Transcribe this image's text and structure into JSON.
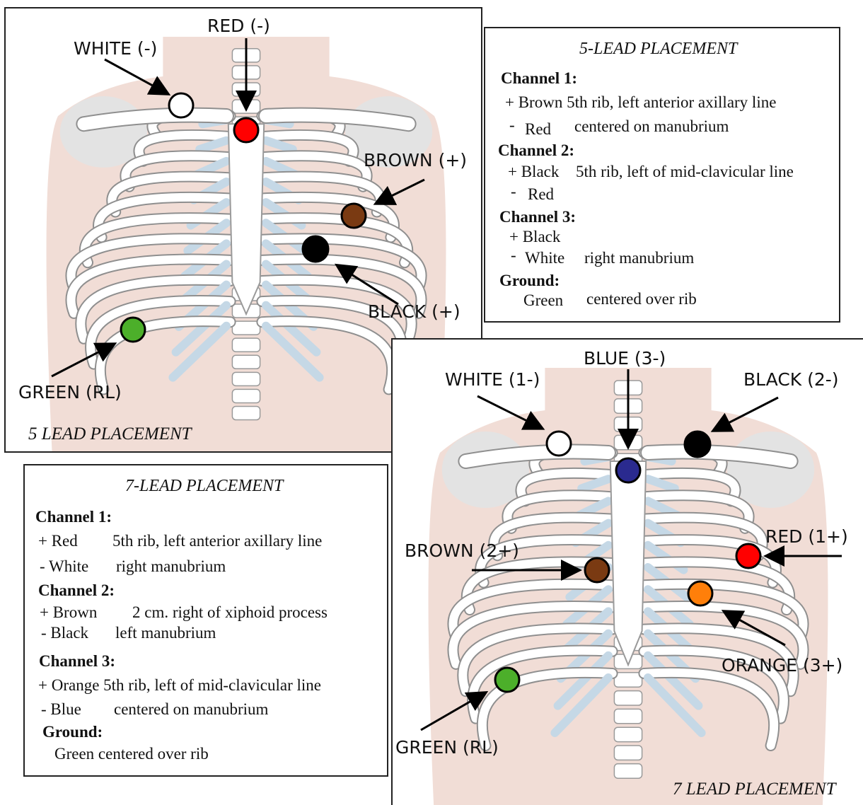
{
  "five_lead": {
    "caption": "5 LEAD PLACEMENT",
    "labels": {
      "red": "RED (-)",
      "white": "WHITE (-)",
      "brown": "BROWN (+)",
      "black": "BLACK (+)",
      "green": "GREEN (RL)"
    }
  },
  "seven_lead": {
    "caption": "7 LEAD PLACEMENT",
    "labels": {
      "blue": "BLUE (3-)",
      "white": "WHITE (1-)",
      "black": "BLACK (2-)",
      "red": "RED (1+)",
      "brown": "BROWN (2+)",
      "orange": "ORANGE (3+)",
      "green": "GREEN (RL)"
    }
  },
  "five_lead_box": {
    "title": "5-LEAD PLACEMENT",
    "rows": {
      "ch1": "Channel 1:",
      "ch1_plus": "+ Brown 5th rib, left anterior axillary line",
      "ch1_minus_sign": "-",
      "ch1_minus_color": "Red",
      "ch1_minus_loc": "centered on manubrium",
      "ch2": "Channel 2:",
      "ch2_plus_color": "+ Black",
      "ch2_plus_loc": "5th rib, left of mid-clavicular line",
      "ch2_minus_sign": "-",
      "ch2_minus_color": "Red",
      "ch3": "Channel 3:",
      "ch3_plus": "+ Black",
      "ch3_minus_sign": "-",
      "ch3_minus_color": "White",
      "ch3_minus_loc": "right manubrium",
      "ground": "Ground:",
      "ground_color": "Green",
      "ground_loc": "centered over rib"
    }
  },
  "seven_lead_box": {
    "title": "7-LEAD PLACEMENT",
    "rows": {
      "ch1": "Channel 1:",
      "ch1_plus_color": "+ Red",
      "ch1_plus_loc": "5th rib, left anterior axillary line",
      "ch1_minus_color": "- White",
      "ch1_minus_loc": "right manubrium",
      "ch2": "Channel 2:",
      "ch2_plus_color": "+ Brown",
      "ch2_plus_loc": "2 cm. right of xiphoid process",
      "ch2_minus_color": "- Black",
      "ch2_minus_loc": "left manubrium",
      "ch3": "Channel 3:",
      "ch3_plus": "+ Orange 5th rib, left of mid-clavicular line",
      "ch3_minus_color": "- Blue",
      "ch3_minus_loc": "centered on manubrium",
      "ground": "Ground:",
      "ground_row": "Green centered over rib"
    }
  },
  "colors": {
    "red": "#ff0000",
    "white": "#ffffff",
    "brown": "#7a3a12",
    "black": "#000000",
    "green": "#4caf2a",
    "blue": "#2a2a8f",
    "orange": "#ff7f0a",
    "skin": "#f1ddd6",
    "cartilage": "#c5d8e6"
  }
}
